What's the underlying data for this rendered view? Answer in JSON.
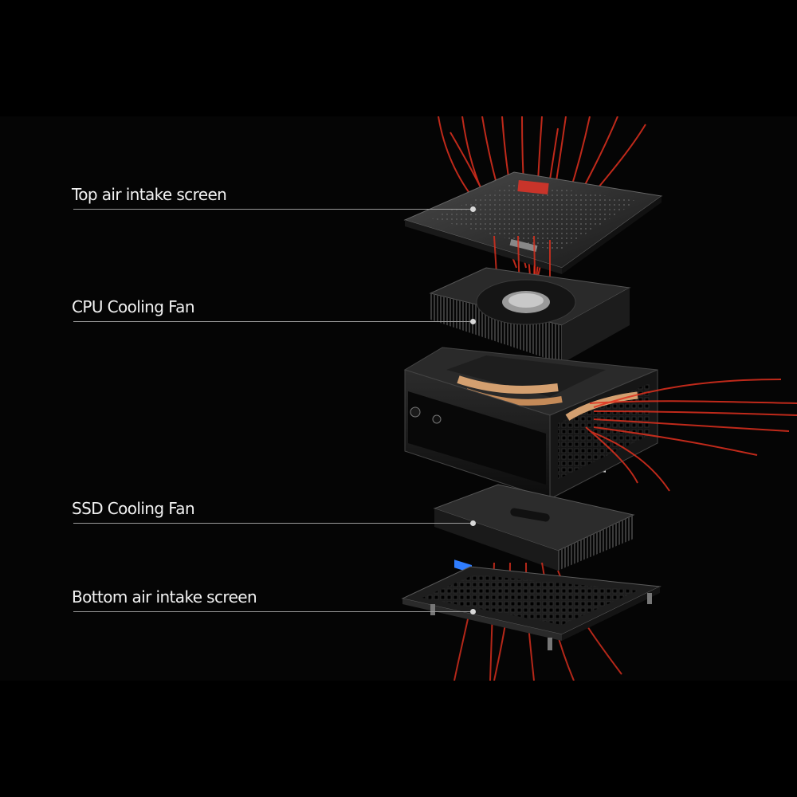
{
  "callouts": [
    {
      "id": "top-air-intake-screen",
      "label": "Top air intake screen"
    },
    {
      "id": "cpu-cooling-fan",
      "label": "CPU Cooling Fan"
    },
    {
      "id": "ssd-cooling-fan",
      "label": "SSD Cooling Fan"
    },
    {
      "id": "bottom-air-intake-screen",
      "label": "Bottom air intake screen"
    }
  ],
  "colors": {
    "background": "#000000",
    "panel": "#050505",
    "airflow": "#e0301e",
    "label": "#f2f2f2",
    "leader_line": "#9a9a9a",
    "port_accent": "#2f7dff"
  }
}
